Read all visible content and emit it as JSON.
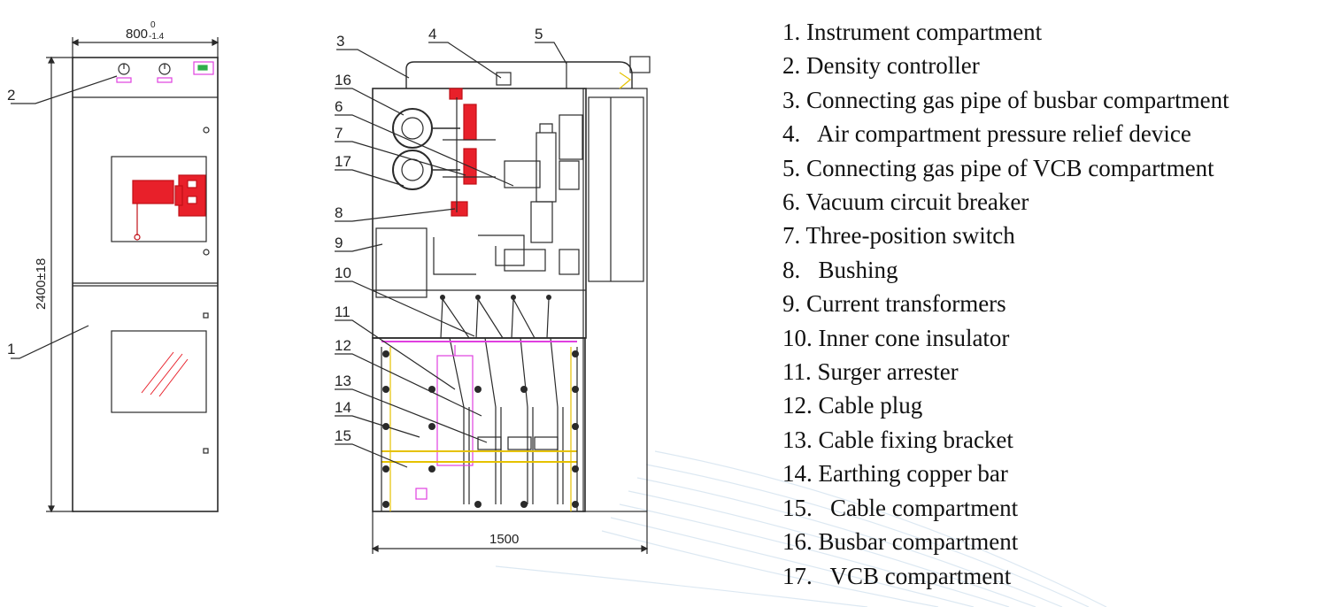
{
  "dimensions": {
    "front_width": "800",
    "front_tolerance_top": "0",
    "front_tolerance_bottom": "-1.4",
    "height": "2400±18",
    "side_width": "1500"
  },
  "front_callouts": [
    "2",
    "1"
  ],
  "side_callouts": [
    "3",
    "4",
    "5",
    "16",
    "6",
    "7",
    "17",
    "8",
    "9",
    "10",
    "11",
    "12",
    "13",
    "14",
    "15"
  ],
  "legend": [
    "1. Instrument compartment",
    "2. Density controller",
    "3. Connecting gas pipe of busbar compartment",
    "4.   Air compartment pressure relief device",
    "5. Connecting gas pipe of VCB compartment",
    "6. Vacuum circuit breaker",
    "7. Three-position switch",
    "8.   Bushing",
    "9. Current transformers",
    "10. Inner cone insulator",
    "11. Surger arrester",
    "12. Cable plug",
    "13. Cable fixing bracket",
    "14. Earthing copper bar",
    "15.   Cable compartment",
    "16. Busbar compartment",
    "17.   VCB compartment"
  ],
  "colors": {
    "line": "#2a2a2a",
    "mechanism": "#e8202a",
    "pink": "#e040e0",
    "green": "#2fae4a",
    "yellow": "#e6c200",
    "background_swoosh": "#dce8f2"
  }
}
